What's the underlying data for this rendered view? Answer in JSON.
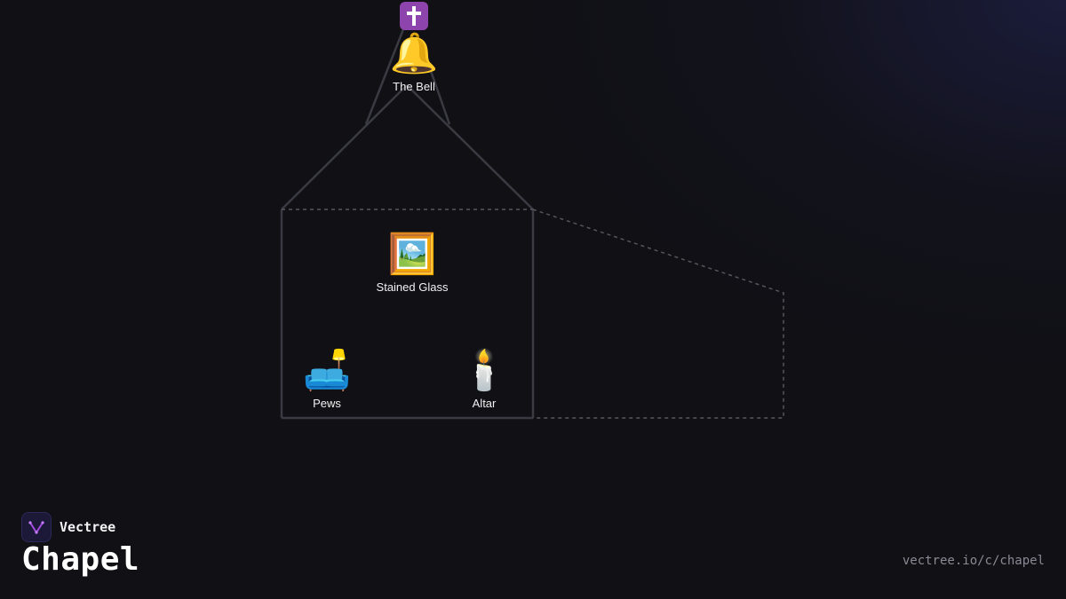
{
  "diagram": {
    "nodes": {
      "cross": {
        "icon": "latin-cross-icon"
      },
      "bell": {
        "emoji": "🔔",
        "icon": "bell-icon",
        "label": "The Bell"
      },
      "stained_glass": {
        "emoji": "🖼️",
        "icon": "framed-picture-icon",
        "label": "Stained Glass"
      },
      "pews": {
        "emoji": "🛋️",
        "icon": "couch-and-lamp-icon",
        "label": "Pews"
      },
      "altar": {
        "emoji": "🕯️",
        "icon": "candle-icon",
        "label": "Altar"
      }
    },
    "colors": {
      "outline": "#3a3a42",
      "dashed": "#55555d",
      "cross_bg": "#8e44ad",
      "logo_accent": "#a64de0"
    }
  },
  "footer": {
    "brand": "Vectree",
    "title": "Chapel",
    "url": "vectree.io/c/chapel"
  }
}
